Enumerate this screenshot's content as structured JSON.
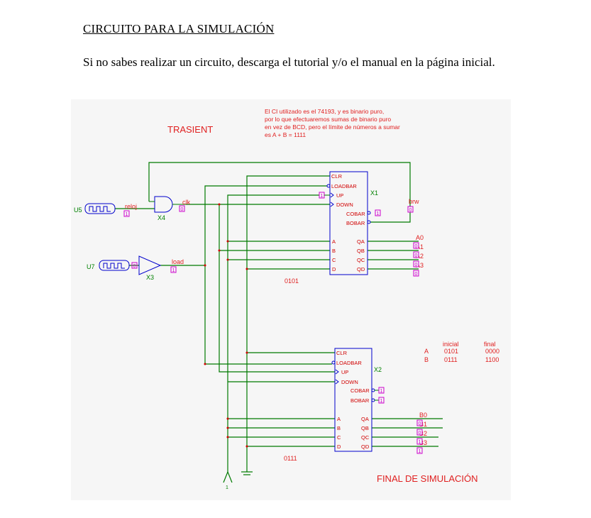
{
  "document": {
    "heading": "CIRCUITO PARA LA SIMULACIÓN",
    "paragraph": "Si no sabes realizar un circuito, descarga el tutorial y/o el manual en la página inicial."
  },
  "schematic": {
    "title": "TRASIENT",
    "note_lines": [
      "El CI utilizado es el 74193, y es binario puro,",
      "por lo que efectuaremos sumas de binario puro",
      "en vez de BCD, pero el límite de números a sumar",
      "es A + B = 1111"
    ],
    "final_label": "FINAL DE SIMULACIÓN",
    "sources": {
      "u5": "U5",
      "u7": "U7",
      "u7_state": "0",
      "reloj_label": "reloj",
      "reloj_state": "1",
      "load_label": "load",
      "load_state": "1",
      "clk_label": "clk",
      "clk_state": "0",
      "brw_label": "brw",
      "brw_state": "0",
      "ground_state": "1"
    },
    "gates": {
      "and_ref": "X4",
      "buf_ref": "X3"
    },
    "counter1": {
      "ref": "X1",
      "left_pins": [
        "CLR",
        "LOADBAR",
        "UP",
        "DOWN",
        "A",
        "B",
        "C",
        "D"
      ],
      "right_pins": [
        "COBAR",
        "BOBAR",
        "QA",
        "QB",
        "QC",
        "QD"
      ],
      "up_state": "1",
      "cobar_state": "1",
      "preset": "0101",
      "outputs": [
        "A0",
        "A1",
        "A2",
        "A3"
      ],
      "output_states": [
        "0",
        "0",
        "0",
        "0"
      ]
    },
    "counter2": {
      "ref": "X2",
      "left_pins": [
        "CLR",
        "LOADBAR",
        "UP",
        "DOWN",
        "A",
        "B",
        "C",
        "D"
      ],
      "right_pins": [
        "COBAR",
        "BOBAR",
        "QA",
        "QB",
        "QC",
        "QD"
      ],
      "cobar_state": "1",
      "bobar_state": "1",
      "preset": "0111",
      "outputs": [
        "B0",
        "B1",
        "B2",
        "B3"
      ],
      "output_states": [
        "0",
        "0",
        "1",
        "1"
      ]
    },
    "table": {
      "headers": [
        "inicial",
        "final"
      ],
      "rows": [
        {
          "name": "A",
          "inicial": "0101",
          "final": "0000"
        },
        {
          "name": "B",
          "inicial": "0111",
          "final": "1100"
        }
      ]
    },
    "colors": {
      "wire": "#007a00",
      "component": "#0000cc",
      "text_red": "#e02020",
      "state_box": "#cc00cc"
    }
  }
}
